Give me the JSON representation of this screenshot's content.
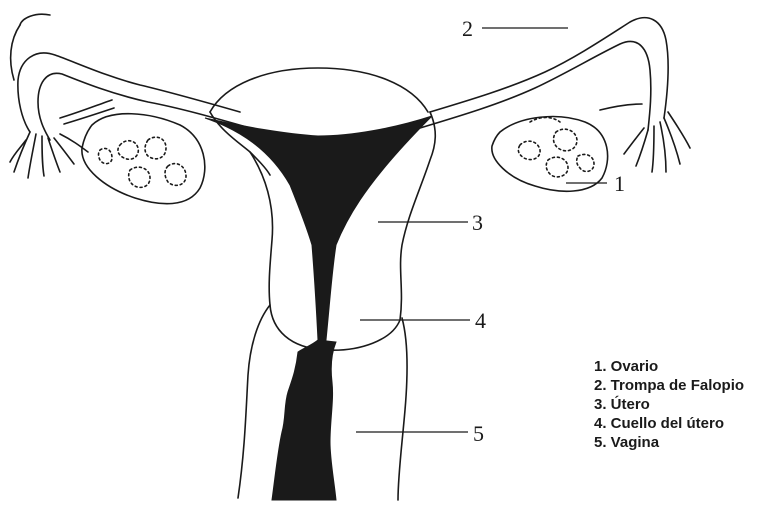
{
  "diagram": {
    "callouts": [
      {
        "number": "1"
      },
      {
        "number": "2"
      },
      {
        "number": "3"
      },
      {
        "number": "4"
      },
      {
        "number": "5"
      }
    ],
    "legend": [
      "1. Ovario",
      "2. Trompa de Falopio",
      "3. Útero",
      "4. Cuello del útero",
      "5. Vagina"
    ]
  }
}
